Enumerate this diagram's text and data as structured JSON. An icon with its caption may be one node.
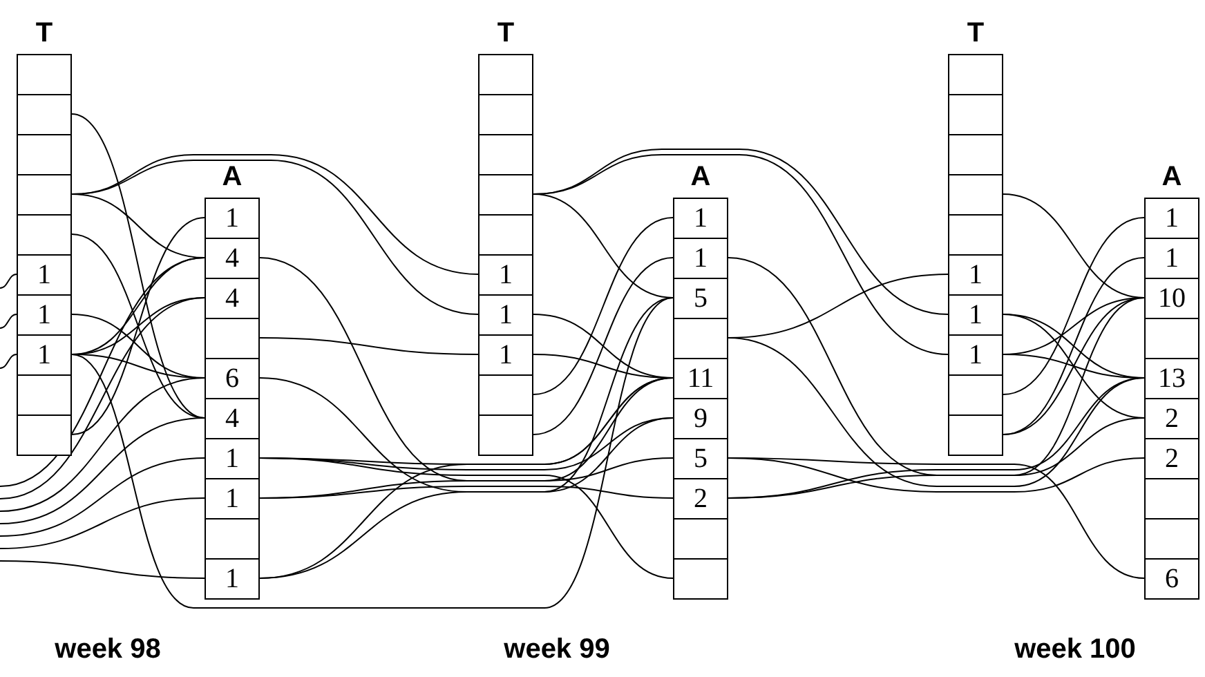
{
  "diagram": {
    "nodes": [
      {
        "text": [
          "T"
        ]
      },
      {
        "text": [],
        "shape": "box",
        "in": 0
      },
      {
        "text": [],
        "shape": "box",
        "in": 0
      },
      {
        "text": [],
        "shape": "box",
        "in": 0
      },
      {
        "text": [],
        "shape": "box",
        "in": 0
      },
      {
        "text": [],
        "shape": "box",
        "in": 0
      },
      {
        "text": [
          "1"
        ],
        "in": 0
      },
      {
        "text": [
          "1"
        ],
        "in": 0
      },
      {
        "text": [
          "1"
        ],
        "in": 0
      },
      {
        "text": [],
        "shape": "box",
        "in": 0
      },
      {
        "text": [],
        "shape": "box",
        "in": 0
      },
      {
        "text": [
          "A"
        ]
      },
      {
        "text": [
          "1"
        ],
        "in": 11
      },
      {
        "text": [
          "4"
        ],
        "in": 11
      },
      {
        "text": [
          "4"
        ],
        "in": 11
      },
      {
        "text": [],
        "shape": "box",
        "in": 11
      },
      {
        "text": [
          "6"
        ],
        "in": 11
      },
      {
        "text": [
          "4"
        ],
        "in": 11
      },
      {
        "text": [
          "1"
        ],
        "in": 11
      },
      {
        "text": [
          "1"
        ],
        "in": 11
      },
      {
        "text": [],
        "shape": "box",
        "in": 11
      },
      {
        "text": [
          "1"
        ],
        "in": 11
      },
      {
        "text": [
          "T"
        ]
      },
      {
        "text": [],
        "shape": "box",
        "in": 22
      },
      {
        "text": [],
        "shape": "box",
        "in": 22
      },
      {
        "text": [],
        "shape": "box",
        "in": 22
      },
      {
        "text": [],
        "shape": "box",
        "in": 22
      },
      {
        "text": [],
        "shape": "box",
        "in": 22
      },
      {
        "text": [
          "1"
        ],
        "in": 22
      },
      {
        "text": [
          "1"
        ],
        "in": 22
      },
      {
        "text": [
          "1"
        ],
        "in": 22
      },
      {
        "text": [],
        "shape": "box",
        "in": 22
      },
      {
        "text": [],
        "shape": "box",
        "in": 22
      },
      {
        "text": [
          "A"
        ]
      },
      {
        "text": [
          "1"
        ],
        "in": 33
      },
      {
        "text": [
          "1"
        ],
        "in": 33
      },
      {
        "text": [
          "5"
        ],
        "in": 33
      },
      {
        "text": [],
        "shape": "box",
        "in": 33
      },
      {
        "text": [
          "11"
        ],
        "in": 33
      },
      {
        "text": [
          "9"
        ],
        "in": 33
      },
      {
        "text": [
          "5"
        ],
        "in": 33
      },
      {
        "text": [
          "2"
        ],
        "in": 33
      },
      {
        "text": [],
        "shape": "box",
        "in": 33
      },
      {
        "text": [],
        "shape": "box",
        "in": 33
      },
      {
        "text": [
          "T"
        ]
      },
      {
        "text": [],
        "shape": "box",
        "in": 44
      },
      {
        "text": [],
        "shape": "box",
        "in": 44
      },
      {
        "text": [],
        "shape": "box",
        "in": 44
      },
      {
        "text": [],
        "shape": "box",
        "in": 44
      },
      {
        "text": [],
        "shape": "box",
        "in": 44
      },
      {
        "text": [
          "1"
        ],
        "in": 44
      },
      {
        "text": [
          "1"
        ],
        "in": 44
      },
      {
        "text": [
          "1"
        ],
        "in": 44
      },
      {
        "text": [],
        "shape": "box",
        "in": 44
      },
      {
        "text": [],
        "shape": "box",
        "in": 44
      },
      {
        "text": [
          "A"
        ]
      },
      {
        "text": [
          "1"
        ],
        "in": 55
      },
      {
        "text": [
          "1"
        ],
        "in": 55
      },
      {
        "text": [
          "10"
        ],
        "in": 55
      },
      {
        "text": [],
        "shape": "box",
        "in": 55
      },
      {
        "text": [
          "13"
        ],
        "in": 55
      },
      {
        "text": [
          "2"
        ],
        "in": 55
      },
      {
        "text": [
          "2"
        ],
        "in": 55
      },
      {
        "text": [],
        "shape": "box",
        "in": 55
      },
      {
        "text": [],
        "shape": "box",
        "in": 55
      },
      {
        "text": [
          "6"
        ],
        "in": 55
      }
    ],
    "edges": [
      {
        "from": null,
        "to": 6,
        "arrow": "none"
      },
      {
        "from": null,
        "to": 7,
        "arrow": "none"
      },
      {
        "from": null,
        "to": 8,
        "arrow": "none"
      },
      {
        "from": 2,
        "to": 17,
        "arrow": "none"
      },
      {
        "from": 4,
        "to": 13,
        "arrow": "none"
      },
      {
        "from": 5,
        "to": 17,
        "arrow": "none"
      },
      {
        "from": 7,
        "to": 16,
        "arrow": "none"
      },
      {
        "from": 8,
        "to": 13,
        "arrow": "none"
      },
      {
        "from": 8,
        "to": 14,
        "arrow": "none"
      },
      {
        "from": 8,
        "to": 16,
        "arrow": "none"
      },
      {
        "from": 10,
        "to": 12,
        "arrow": "none"
      },
      {
        "from": null,
        "to": 13,
        "arrow": "none"
      },
      {
        "from": null,
        "to": 14,
        "arrow": "none"
      },
      {
        "from": null,
        "to": 16,
        "arrow": "none"
      },
      {
        "from": null,
        "to": 17,
        "arrow": "none"
      },
      {
        "from": null,
        "to": 18,
        "arrow": "none"
      },
      {
        "from": null,
        "to": 19,
        "arrow": "none"
      },
      {
        "from": null,
        "to": 21,
        "arrow": "none"
      },
      {
        "from": 4,
        "to": 28,
        "arrow": "none"
      },
      {
        "from": 4,
        "to": 29,
        "arrow": "none"
      },
      {
        "from": 8,
        "to": 36,
        "arrow": "none"
      },
      {
        "from": 13,
        "to": 38,
        "arrow": "none"
      },
      {
        "from": 15,
        "to": 30,
        "arrow": "none"
      },
      {
        "from": 16,
        "to": 39,
        "arrow": "none"
      },
      {
        "from": 18,
        "to": 38,
        "arrow": "none"
      },
      {
        "from": 18,
        "to": 39,
        "arrow": "none"
      },
      {
        "from": 18,
        "to": 43,
        "arrow": "none"
      },
      {
        "from": 19,
        "to": 40,
        "arrow": "none"
      },
      {
        "from": 19,
        "to": 41,
        "arrow": "none"
      },
      {
        "from": 21,
        "to": 36,
        "arrow": "none"
      },
      {
        "from": 21,
        "to": 38,
        "arrow": "none"
      },
      {
        "from": 26,
        "to": 36,
        "arrow": "none"
      },
      {
        "from": 26,
        "to": 51,
        "arrow": "none"
      },
      {
        "from": 26,
        "to": 52,
        "arrow": "none"
      },
      {
        "from": 29,
        "to": 38,
        "arrow": "none"
      },
      {
        "from": 30,
        "to": 38,
        "arrow": "none"
      },
      {
        "from": 31,
        "to": 34,
        "arrow": "none"
      },
      {
        "from": 32,
        "to": 35,
        "arrow": "none"
      },
      {
        "from": 35,
        "to": 61,
        "arrow": "none"
      },
      {
        "from": 37,
        "to": 50,
        "arrow": "none"
      },
      {
        "from": 37,
        "to": 60,
        "arrow": "none"
      },
      {
        "from": 40,
        "to": 62,
        "arrow": "none"
      },
      {
        "from": 40,
        "to": 65,
        "arrow": "none"
      },
      {
        "from": 41,
        "to": 60,
        "arrow": "none"
      },
      {
        "from": 41,
        "to": 58,
        "arrow": "none"
      },
      {
        "from": 48,
        "to": 58,
        "arrow": "none"
      },
      {
        "from": 51,
        "to": 60,
        "arrow": "none"
      },
      {
        "from": 51,
        "to": 61,
        "arrow": "none"
      },
      {
        "from": 52,
        "to": 58,
        "arrow": "none"
      },
      {
        "from": 52,
        "to": 60,
        "arrow": "none"
      },
      {
        "from": 53,
        "to": 56,
        "arrow": "none"
      },
      {
        "from": 54,
        "to": 57,
        "arrow": "none"
      },
      {
        "from": 54,
        "to": 58,
        "arrow": "none"
      }
    ],
    "labels": [
      "week 98",
      "week 99",
      "week 100"
    ]
  }
}
